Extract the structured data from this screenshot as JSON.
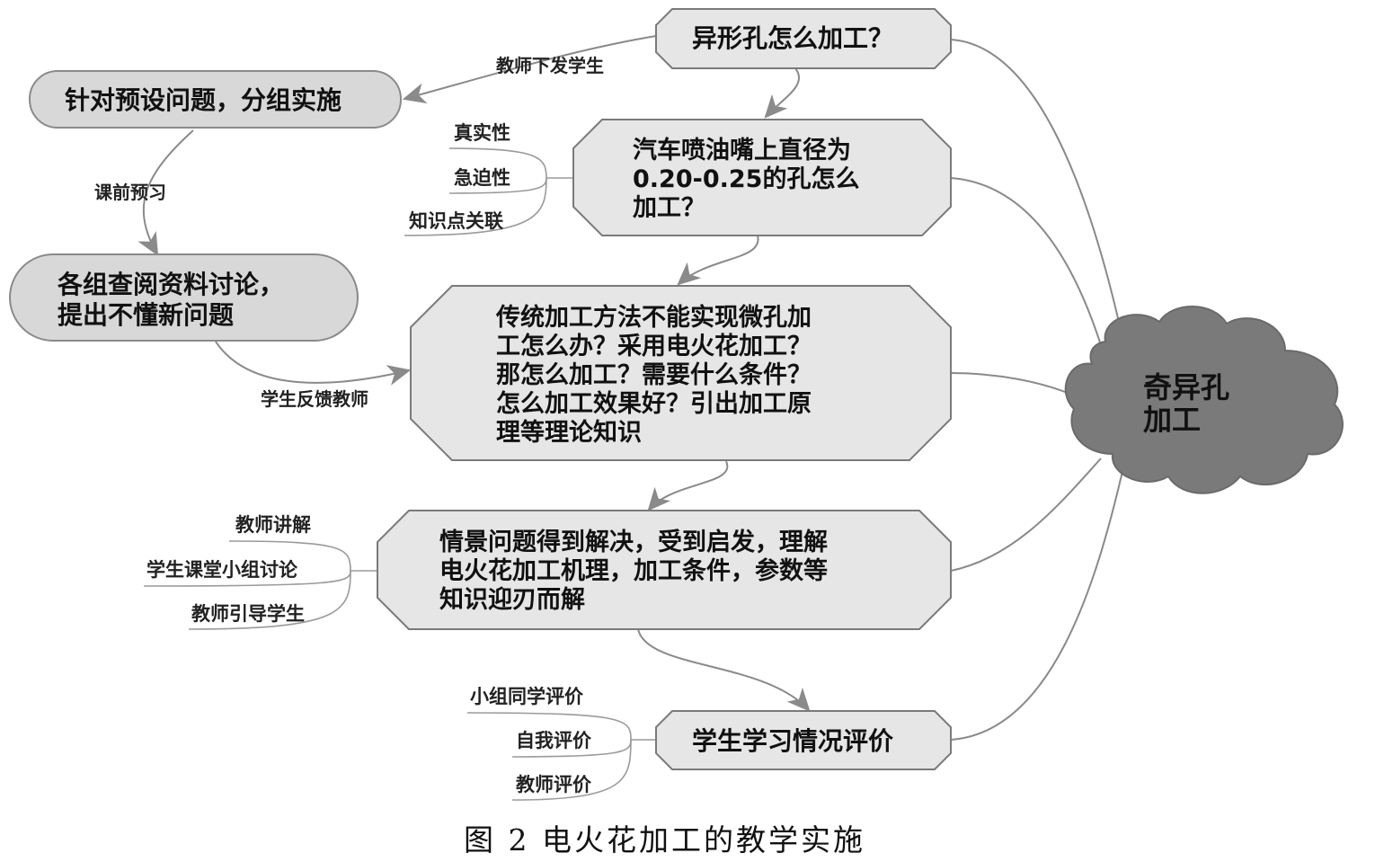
{
  "central_topic": [
    "奇异孔",
    "加工"
  ],
  "nodes": {
    "q1": [
      "异形孔怎么加工？"
    ],
    "q2": [
      "汽车喷油嘴上直径为",
      "0.20-0.25的孔怎么",
      "加工？"
    ],
    "q3": [
      "传统加工方法不能实现微孔加",
      "工怎么办？采用电火花加工？",
      "那怎么加工？需要什么条件？",
      "怎么加工效果好？引出加工原",
      "理等理论知识"
    ],
    "q4": [
      "情景问题得到解决，受到启发，理解",
      "电火花加工机理，加工条件，参数等",
      "知识迎刃而解"
    ],
    "q5": [
      "学生学习情况评价"
    ]
  },
  "side_nodes": {
    "group_work": [
      "针对预设问题，分组实施"
    ],
    "research": [
      "各组查阅资料讨论，",
      "提出不懂新问题"
    ]
  },
  "leaves": {
    "q2": [
      "真实性",
      "急迫性",
      "知识点关联"
    ],
    "q4": [
      "教师讲解",
      "学生课堂小组讨论",
      "教师引导学生"
    ],
    "q5": [
      "小组同学评价",
      "自我评价",
      "教师评价"
    ]
  },
  "edge_labels": {
    "teacher_to_students": "教师下发学生",
    "preview": "课前预习",
    "feedback": "学生反馈教师"
  },
  "caption": "图 2  电火花加工的教学实施",
  "colors": {
    "node_fill": "#e6e6e6",
    "cloud_fill": "#7a7a7a",
    "line": "#8a8a8a"
  }
}
